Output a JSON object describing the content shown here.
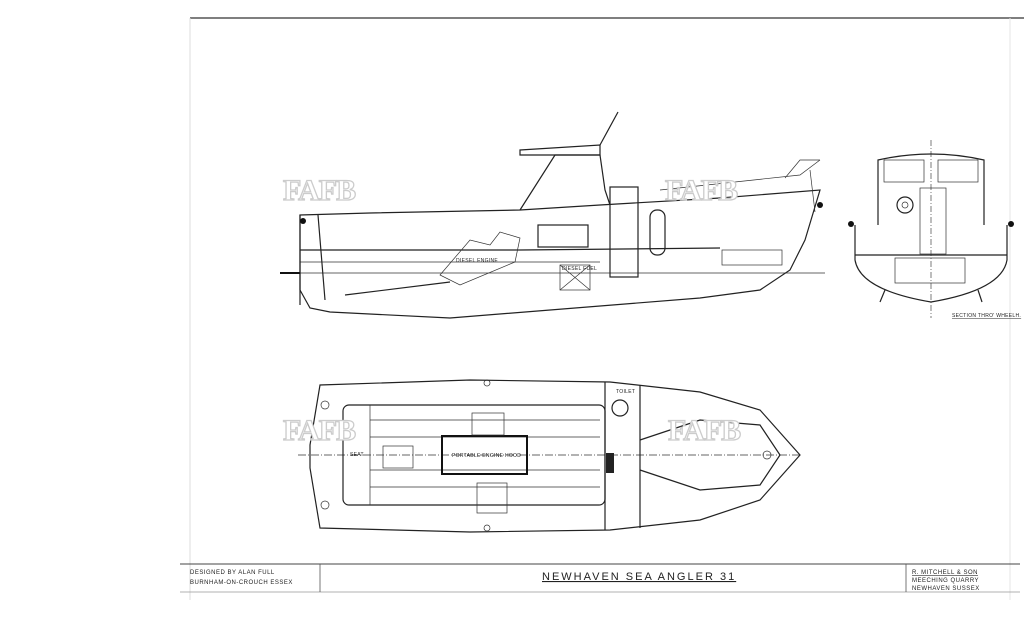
{
  "drawing": {
    "title": "NEWHAVEN   SEA ANGLER  31",
    "designer_line": "DESIGNED BY  ALAN FULL",
    "designer_address": "BURNHAM-ON-CROUCH  ESSEX",
    "builder_name": "R. MITCHELL & SON",
    "builder_address_1": "MEECHING  QUARRY",
    "builder_address_2": "NEWHAVEN  SUSSEX",
    "section_label": "SECTION THRO' WHEELH.",
    "watermark": "FAFB",
    "labels": {
      "engine": "DIESEL ENGINE",
      "fuel": "DIESEL FUEL",
      "toilet": "TOILET",
      "engine_hatch": "PORTABLE ENGINE HOOD",
      "seat": "SEAT"
    }
  }
}
